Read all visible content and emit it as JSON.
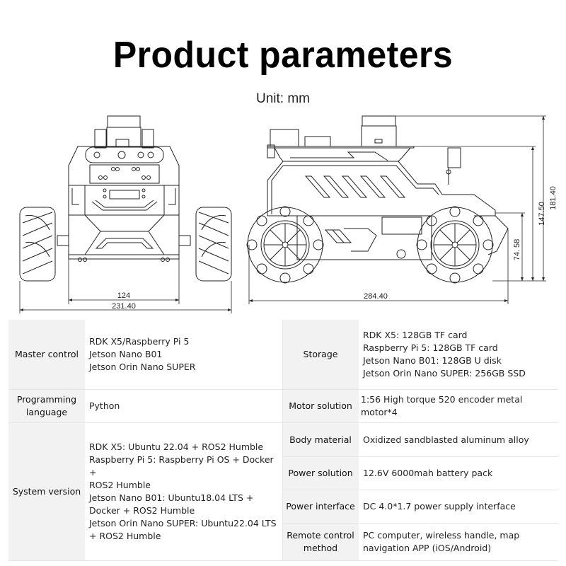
{
  "header": {
    "title": "Product parameters",
    "unit": "Unit: mm"
  },
  "drawings": {
    "front_view": {
      "dimensions": {
        "body_width": "124",
        "overall_width": "231.40"
      }
    },
    "side_view": {
      "dimensions": {
        "overall_length": "284.40",
        "overall_height": "181.40",
        "chassis_height": "147.50",
        "ground_to_body": "74. 58"
      }
    },
    "line_color": "#222222"
  },
  "specs": {
    "left": [
      {
        "label": "Master control",
        "value": "RDK X5/Raspberry Pi 5\nJetson Nano B01\nJetson Orin Nano SUPER"
      },
      {
        "label": "Programming\nlanguage",
        "value": "Python"
      },
      {
        "label": "System version",
        "value": "RDK X5: Ubuntu 22.04 + ROS2 Humble\nRaspberry Pi 5: Raspberry Pi OS + Docker +\nROS2 Humble\nJetson Nano B01: Ubuntu18.04 LTS +\nDocker + ROS2 Humble\nJetson Orin Nano SUPER: Ubuntu22.04 LTS\n+ ROS2 Humble"
      }
    ],
    "right": [
      {
        "label": "Storage",
        "value": "RDK X5: 128GB TF card\nRaspberry Pi 5: 128GB TF card\nJetson Nano B01: 128GB U disk\nJetson Orin Nano SUPER: 256GB SSD"
      },
      {
        "label": "Motor solution",
        "value": "1:56 High torque 520 encoder metal motor*4"
      },
      {
        "label": "Body material",
        "value": "Oxidized sandblasted aluminum alloy"
      },
      {
        "label": "Power solution",
        "value": "12.6V 6000mah battery pack"
      },
      {
        "label": "Power interface",
        "value": "DC 4.0*1.7 power supply interface"
      },
      {
        "label": "Remote control\nmethod",
        "value": "PC computer, wireless handle, map\nnavigation APP (iOS/Android)"
      }
    ],
    "colors": {
      "label_bg": "#f2f2f2",
      "value_bg": "#ffffff",
      "border": "#e6e6e6"
    }
  }
}
